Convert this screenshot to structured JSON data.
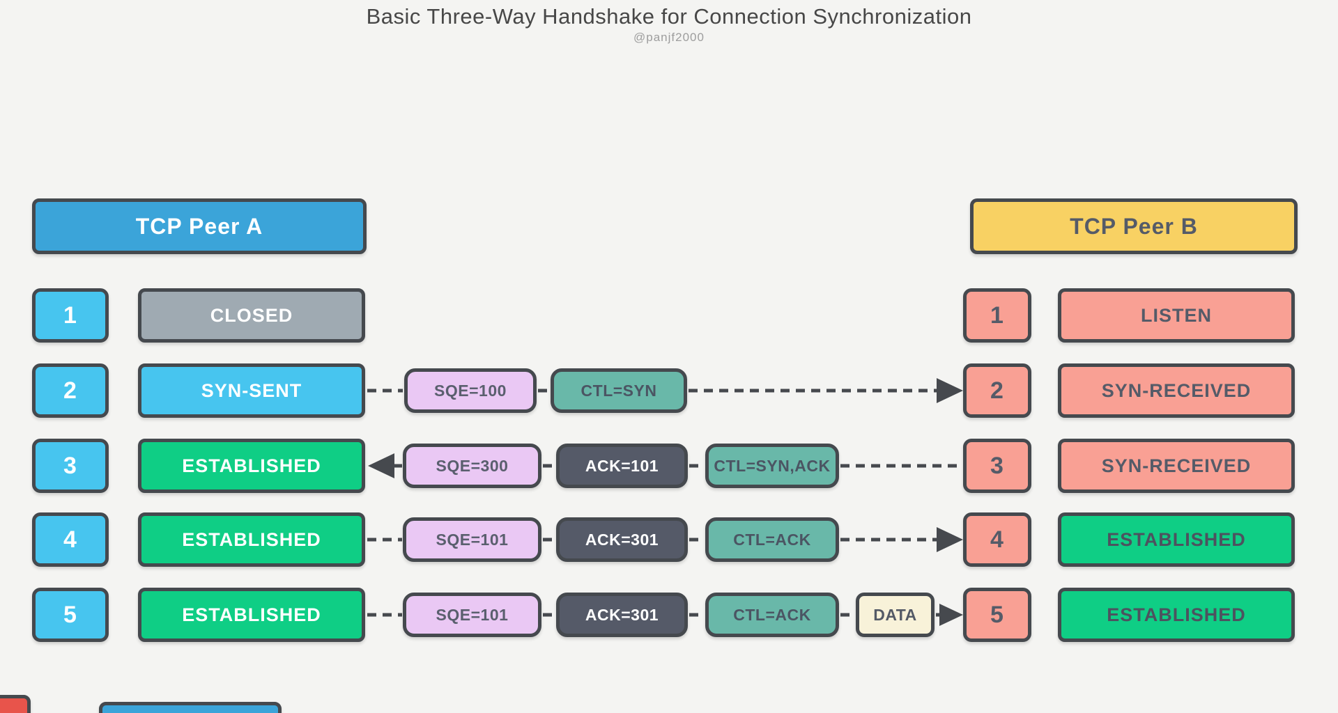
{
  "title": "Basic Three-Way Handshake for Connection Synchronization",
  "author": "@panjf2000",
  "peer_a": "TCP Peer A",
  "peer_b": "TCP Peer B",
  "rows": [
    {
      "step": "1",
      "peer_a_state": "CLOSED",
      "peer_b_state": "LISTEN",
      "direction": "none",
      "packets": []
    },
    {
      "step": "2",
      "peer_a_state": "SYN-SENT",
      "peer_b_state": "SYN-RECEIVED",
      "direction": "a-to-b",
      "packets": [
        {
          "label": "SQE=100"
        },
        {
          "label": "CTL=SYN"
        }
      ]
    },
    {
      "step": "3",
      "peer_a_state": "ESTABLISHED",
      "peer_b_state": "SYN-RECEIVED",
      "direction": "b-to-a",
      "packets": [
        {
          "label": "SQE=300"
        },
        {
          "label": "ACK=101"
        },
        {
          "label": "CTL=SYN,ACK"
        }
      ]
    },
    {
      "step": "4",
      "peer_a_state": "ESTABLISHED",
      "peer_b_state": "ESTABLISHED",
      "direction": "a-to-b",
      "packets": [
        {
          "label": "SQE=101"
        },
        {
          "label": "ACK=301"
        },
        {
          "label": "CTL=ACK"
        }
      ]
    },
    {
      "step": "5",
      "peer_a_state": "ESTABLISHED",
      "peer_b_state": "ESTABLISHED",
      "direction": "a-to-b",
      "packets": [
        {
          "label": "SQE=101"
        },
        {
          "label": "ACK=301"
        },
        {
          "label": "CTL=ACK"
        },
        {
          "label": "DATA"
        }
      ]
    }
  ],
  "colors": {
    "background": "#f4f4f2",
    "border": "#45494e",
    "peer_a_blue": "#3ba4d9",
    "peer_b_yellow": "#f8d163",
    "step_cyan": "#47c5ef",
    "closed_gray": "#9faab2",
    "established_green": "#0fce85",
    "peer_b_salmon": "#f9a094",
    "seq_purple": "#eac8f4",
    "ctl_teal": "#69b8a9",
    "ack_dark": "#555a68",
    "data_cream": "#f8f2d9",
    "arrow": "#46494e"
  }
}
